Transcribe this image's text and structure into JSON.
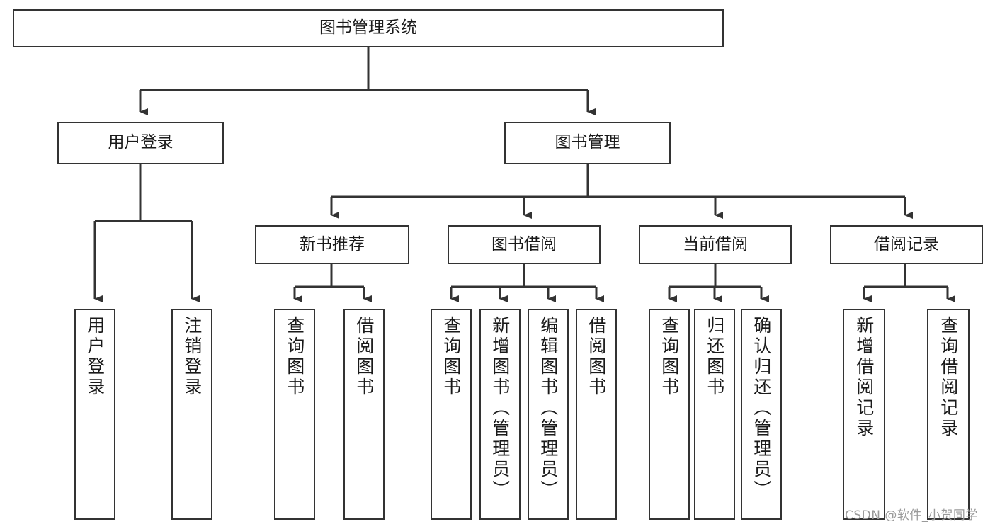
{
  "diagram": {
    "type": "tree",
    "title": "图书管理系统",
    "watermark": "CSDN @软件_小贺同学",
    "levels": {
      "root": {
        "label": "图书管理系统"
      },
      "level2": [
        {
          "label": "用户登录"
        },
        {
          "label": "图书管理"
        }
      ],
      "level3": [
        {
          "label": "新书推荐"
        },
        {
          "label": "图书借阅"
        },
        {
          "label": "当前借阅"
        },
        {
          "label": "借阅记录"
        }
      ],
      "leaves": [
        {
          "label": "用户登录"
        },
        {
          "label": "注销登录"
        },
        {
          "label": "查询图书"
        },
        {
          "label": "借阅图书"
        },
        {
          "label": "查询图书"
        },
        {
          "label": "新增图书（管理员）"
        },
        {
          "label": "编辑图书（管理员）"
        },
        {
          "label": "借阅图书"
        },
        {
          "label": "查询图书"
        },
        {
          "label": "归还图书"
        },
        {
          "label": "确认归还（管理员）"
        },
        {
          "label": "新增借阅记录"
        },
        {
          "label": "查询借阅记录"
        }
      ]
    },
    "colors": {
      "box_border": "#333333",
      "box_fill": "#ffffff",
      "connector": "#333333",
      "text": "#1a1a1a",
      "watermark": "#9a9a9a"
    }
  }
}
